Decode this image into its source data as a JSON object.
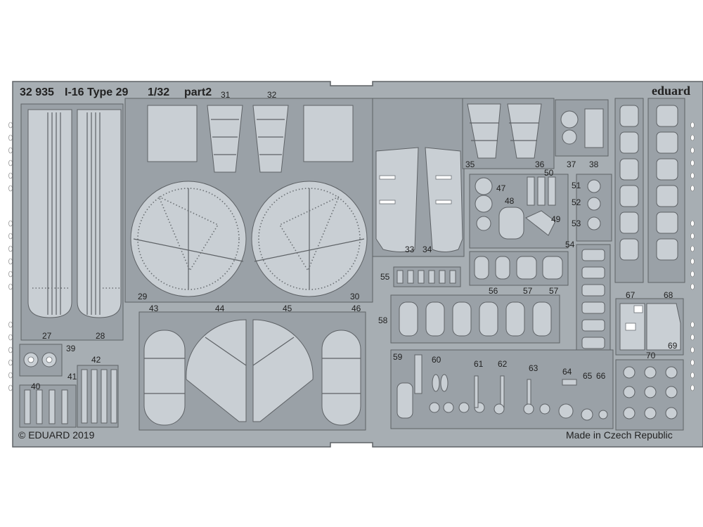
{
  "header": {
    "catalog_number": "32 935",
    "model": "I-16 Type 29",
    "scale": "1/32",
    "part": "part2",
    "brand": "eduard"
  },
  "footer": {
    "copyright": "© EDUARD 2019",
    "origin": "Made in Czech Republic"
  },
  "part_numbers": [
    "27",
    "28",
    "29",
    "30",
    "31",
    "32",
    "33",
    "34",
    "35",
    "36",
    "37",
    "38",
    "39",
    "40",
    "41",
    "42",
    "43",
    "44",
    "45",
    "46",
    "47",
    "48",
    "49",
    "50",
    "51",
    "52",
    "53",
    "54",
    "55",
    "56",
    "57",
    "57",
    "58",
    "59",
    "60",
    "61",
    "62",
    "63",
    "64",
    "65",
    "66",
    "67",
    "68",
    "69",
    "70"
  ],
  "colors": {
    "fret": "#a7aeb3",
    "part": "#c9cfd4",
    "outline": "#5e6266"
  }
}
